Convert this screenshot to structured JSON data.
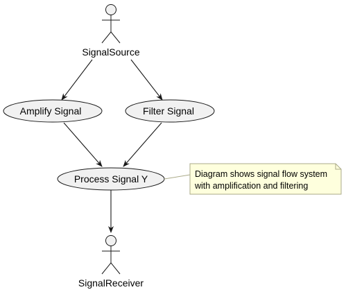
{
  "actors": {
    "source": {
      "label": "SignalSource"
    },
    "receiver": {
      "label": "SignalReceiver"
    }
  },
  "usecases": {
    "amplify": {
      "label": "Amplify Signal"
    },
    "filter": {
      "label": "Filter Signal"
    },
    "process": {
      "label": "Process Signal Y"
    }
  },
  "note": {
    "lines": [
      "Diagram shows signal flow system",
      "with amplification and filtering"
    ]
  },
  "colors": {
    "usecase_fill": "#f1f1f1",
    "actor_fill": "#f1f1f1",
    "stroke": "#181818",
    "note_fill": "#feffdd",
    "note_stroke": "#aaaa88"
  }
}
